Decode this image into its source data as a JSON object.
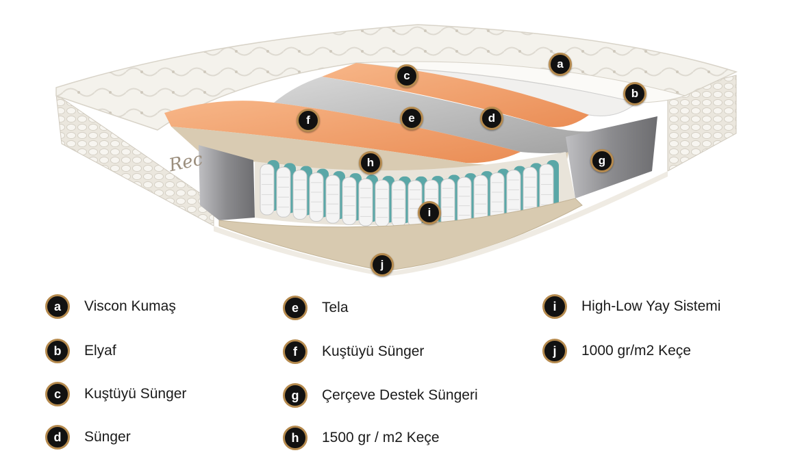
{
  "colors": {
    "badge_fill": "#111111",
    "badge_ring": "#b58a4e",
    "quilted_top": "#f3f0e8",
    "side_panel": "#ece8df",
    "orange_foam": "#f2a06a",
    "grey_foam": "#a9a9a9",
    "felt": "#d9cbb2",
    "frame_foam": "#8a8a8c",
    "spring_white": "#f4f4f4",
    "spring_teal": "#5aa7a7"
  },
  "markers": [
    "a",
    "b",
    "c",
    "d",
    "e",
    "f",
    "g",
    "h",
    "i",
    "j"
  ],
  "legend": [
    {
      "letter": "a",
      "label": "Viscon Kumaş"
    },
    {
      "letter": "b",
      "label": "Elyaf"
    },
    {
      "letter": "c",
      "label": "Kuştüyü Sünger"
    },
    {
      "letter": "d",
      "label": "Sünger"
    },
    {
      "letter": "e",
      "label": "Tela"
    },
    {
      "letter": "f",
      "label": "Kuştüyü Sünger"
    },
    {
      "letter": "g",
      "label": "Çerçeve Destek Süngeri"
    },
    {
      "letter": "h",
      "label": "1500 gr / m2 Keçe"
    },
    {
      "letter": "i",
      "label": "High-Low Yay Sistemi"
    },
    {
      "letter": "j",
      "label": "1000 gr/m2 Keçe"
    }
  ]
}
